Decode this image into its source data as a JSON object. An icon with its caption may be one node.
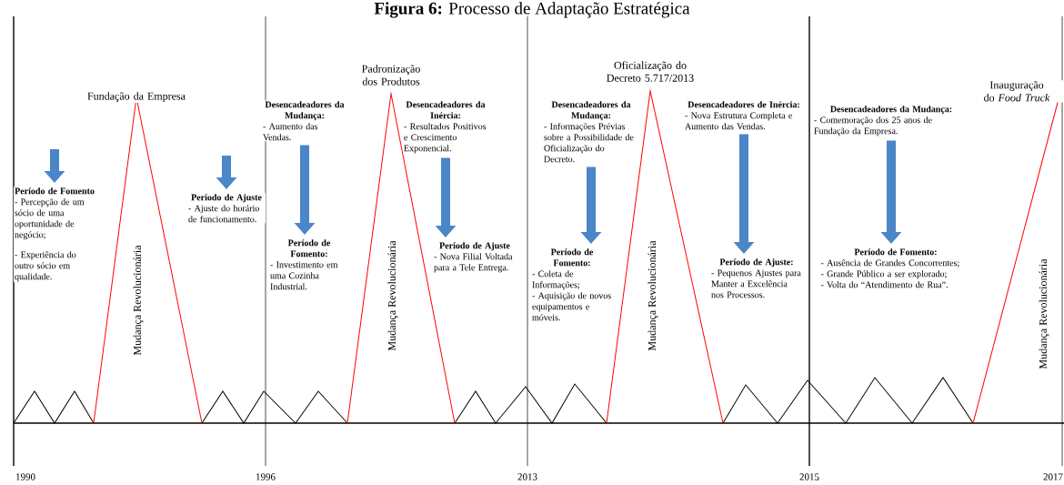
{
  "diagram": {
    "title": "**Figura 6:** Processo de Adaptação Estratégica",
    "nodes": [
      {
        "text": [
          "Período de Fomento",
          "- Percepção de um sócio de uma oportunidade de negócio;",
          "- Experiência do outro sócio em qualidade."
        ]
      },
      {
        "text": [
          "Período de Ajuste",
          "- Ajuste do horário de funcionamento."
        ]
      },
      {
        "text": [
          "Desencadeadores da Mudança:",
          "- Aumento das Vendas."
        ]
      },
      {
        "text": [
          "Período de Fomento:",
          "- Investimento em uma Cozinha Industrial."
        ]
      },
      {
        "text": [
          "Desencadeadores da Inércia:",
          "- Resultados Positivos e Crescimento Exponencial."
        ]
      },
      {
        "text": [
          "Período de Ajuste",
          "- Nova Filial Voltada para a Tele Entrega."
        ]
      },
      {
        "text": [
          "Desencadeadores da Mudança:",
          "- Informações Prévias sobre a Possibilidade de Oficialização do Decreto."
        ]
      },
      {
        "text": [
          "Período de Fomento:",
          "- Coleta de Informações;",
          "- Aquisição de novos equipamentos e móveis."
        ]
      },
      {
        "text": [
          "Desencadeadores de Inércia:",
          "- Nova Estrutura Completa e Aumento das Vendas."
        ]
      },
      {
        "text": [
          "Período de Ajuste:",
          "- Pequenos Ajustes para Manter a Excelência nos Processos."
        ]
      },
      {
        "text": [
          "Desencadeadores da Mudança:",
          "- Comemoração dos 25 anos de Fundação da Empresa."
        ]
      },
      {
        "text": [
          "Período de Fomento:",
          "- Ausência de Grandes Concorrentes;",
          "- Grande Público a ser explorado;",
          "- Volta do “Atendimento de Rua”."
        ]
      }
    ],
    "edges": [
      {
        "from": null,
        "to": 0,
        "arrow": "to"
      },
      {
        "from": null,
        "to": 1,
        "arrow": "to"
      },
      {
        "from": 2,
        "to": 3,
        "arrow": "to"
      },
      {
        "from": 4,
        "to": 5,
        "arrow": "to"
      },
      {
        "from": 6,
        "to": 7,
        "arrow": "to"
      },
      {
        "from": 8,
        "to": 9,
        "arrow": "to"
      },
      {
        "from": 10,
        "to": 11,
        "arrow": "to"
      }
    ],
    "labels": [
      "Fundação da Empresa",
      "Mudança Revolucionária",
      "Padronização dos Produtos",
      "Mudança Revolucionária",
      "Oficialização do Decreto 5.717/2013",
      "Mudança Revolucionária",
      "Inauguração do *Food Truck*",
      "Mudança Revolucionária",
      "1990",
      "1996",
      "2013",
      "2015",
      "2017"
    ]
  }
}
